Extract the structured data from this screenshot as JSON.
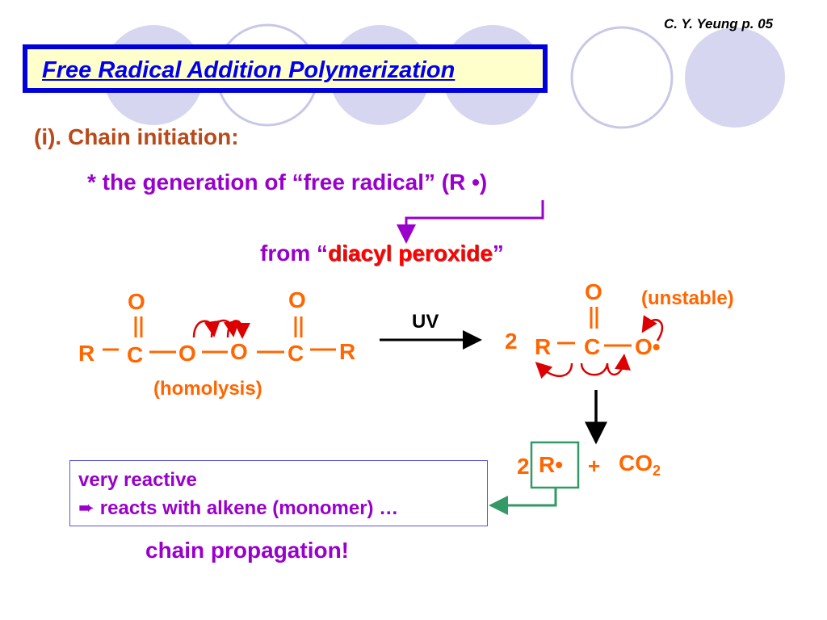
{
  "author": "C. Y. Yeung   p. 05",
  "title": "Free Radical Addition Polymerization",
  "section_heading": "(i). Chain initiation:",
  "generation_text": "* the generation of “free radical” (R •)",
  "from_prefix": "from “",
  "from_highlight": "diacyl peroxide",
  "from_suffix": "”",
  "peroxide": {
    "left_R": "R",
    "left_C": "C",
    "left_O_top": "O",
    "O1": "O",
    "O2": "O",
    "right_C": "C",
    "right_O_top": "O",
    "right_R": "R",
    "homolysis": "(homolysis)"
  },
  "uv_label": "UV",
  "acyloxy": {
    "coefficient": "2",
    "R": "R",
    "C": "C",
    "O_top": "O",
    "O_radical": "O•",
    "unstable": "(unstable)"
  },
  "products": {
    "coefficient": "2",
    "radical": "R•",
    "plus": "+",
    "co2": "CO",
    "co2_sub": "2"
  },
  "reactive_box": {
    "line1": "very reactive",
    "arrow_glyph": "➨",
    "line2": " reacts with alkene (monomer) …"
  },
  "chain_propagation": "chain propagation!",
  "colors": {
    "title_border": "#0000dd",
    "title_fill": "#ffffcc",
    "circle_fill": "#d6d6f0",
    "orange": "#ff6600",
    "purple": "#9900cc",
    "red": "#ff0000",
    "brown": "#b94a1a",
    "green": "#339966"
  }
}
